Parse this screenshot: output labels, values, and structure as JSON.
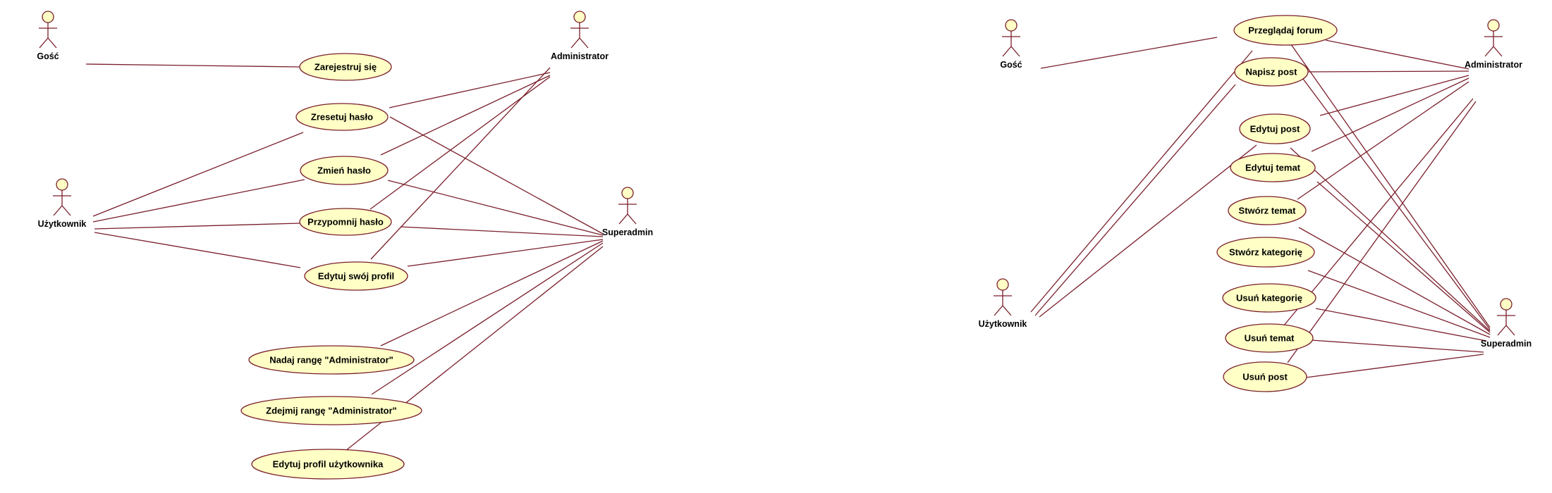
{
  "diagrams": [
    {
      "actors": [
        "Gość",
        "Użytkownik",
        "Administrator",
        "Superadmin"
      ],
      "use_cases": [
        "Zarejestruj się",
        "Zresetuj hasło",
        "Zmień hasło",
        "Przypomnij hasło",
        "Edytuj swój profil",
        "Nadaj rangę \"Administrator\"",
        "Zdejmij rangę \"Administrator\"",
        "Edytuj profil użytkownika"
      ]
    },
    {
      "actors": [
        "Gość",
        "Użytkownik",
        "Administrator",
        "Superadmin"
      ],
      "use_cases": [
        "Przeglądaj forum",
        "Napisz post",
        "Edytuj post",
        "Edytuj temat",
        "Stwórz temat",
        "Stwórz kategorię",
        "Usuń kategorię",
        "Usuń temat",
        "Usuń post"
      ]
    }
  ],
  "colors": {
    "use_case_fill": "#ffffc6",
    "outline": "#7a1f2b",
    "text": "#000000"
  }
}
